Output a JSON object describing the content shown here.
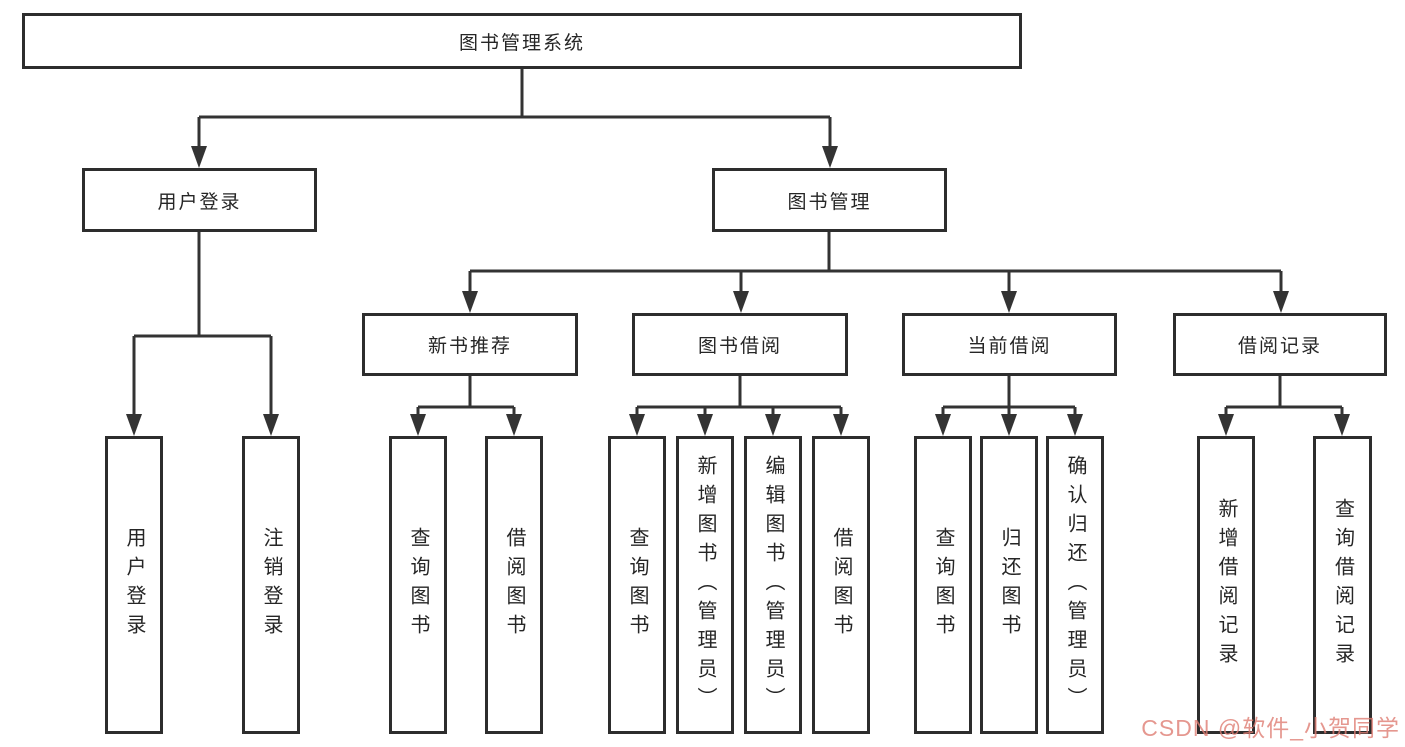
{
  "colors": {
    "line": "#333333",
    "box_border": "#2d2d2d",
    "box_fill": "#ffffff",
    "text": "#262626",
    "watermark": "#de7d73",
    "background": "#ffffff"
  },
  "tree": {
    "root": {
      "label": "图书管理系统"
    },
    "branches": [
      {
        "label": "用户登录",
        "children": [
          {
            "label": "用户登录"
          },
          {
            "label": "注销登录"
          }
        ]
      },
      {
        "label": "图书管理",
        "children": [
          {
            "label": "新书推荐",
            "children": [
              {
                "label": "查询图书"
              },
              {
                "label": "借阅图书"
              }
            ]
          },
          {
            "label": "图书借阅",
            "children": [
              {
                "label": "查询图书"
              },
              {
                "label": "新增图书（管理员）"
              },
              {
                "label": "编辑图书（管理员）"
              },
              {
                "label": "借阅图书"
              }
            ]
          },
          {
            "label": "当前借阅",
            "children": [
              {
                "label": "查询图书"
              },
              {
                "label": "归还图书"
              },
              {
                "label": "确认归还（管理员）"
              }
            ]
          },
          {
            "label": "借阅记录",
            "children": [
              {
                "label": "新增借阅记录"
              },
              {
                "label": "查询借阅记录"
              }
            ]
          }
        ]
      }
    ]
  },
  "watermark": {
    "text": "CSDN @软件_小贺同学"
  }
}
